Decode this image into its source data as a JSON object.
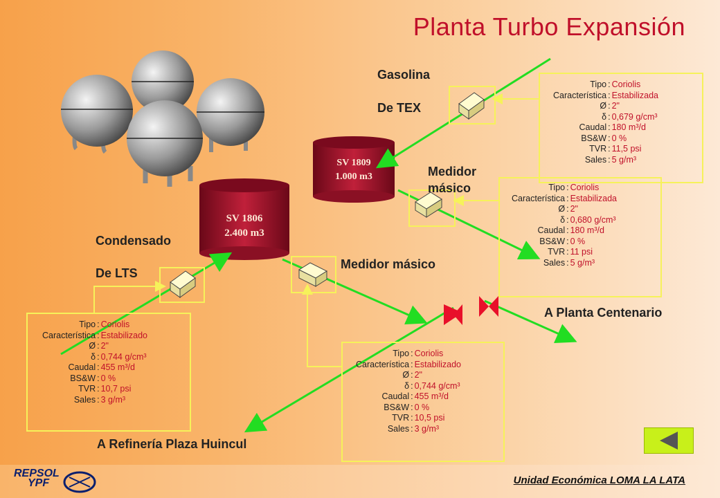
{
  "title": "Planta Turbo Expansión",
  "labels": {
    "gasolina": "Gasolina",
    "de_tex": "De TEX",
    "medidor_masico_1": "Medidor másico",
    "condensado": "Condensado",
    "de_lts": "De LTS",
    "medidor_masico_2": "Medidor másico",
    "a_planta_centenario": "A Planta Centenario",
    "a_refineria": "A Refinería Plaza Huincul"
  },
  "tanks": {
    "sv1809": {
      "name": "SV 1809",
      "capacity": "1.000 m3"
    },
    "sv1806": {
      "name": "SV 1806",
      "capacity": "2.400 m3"
    }
  },
  "specs": {
    "tex": [
      {
        "k": "Tipo",
        "v": "Coriolis"
      },
      {
        "k": "Característica",
        "v": "Estabilizada"
      },
      {
        "k": "Ø",
        "v": "2\""
      },
      {
        "k": "δ",
        "v": "0,679 g/cm³"
      },
      {
        "k": "Caudal",
        "v": "180 m³/d"
      },
      {
        "k": "BS&W",
        "v": "0 %"
      },
      {
        "k": "TVR",
        "v": "11,5 psi"
      },
      {
        "k": "Sales",
        "v": "5 g/m³"
      }
    ],
    "centenario": [
      {
        "k": "Tipo",
        "v": "Coriolis"
      },
      {
        "k": "Característica",
        "v": "Estabilizada"
      },
      {
        "k": "Ø",
        "v": "2\""
      },
      {
        "k": "δ",
        "v": "0,680 g/cm³"
      },
      {
        "k": "Caudal",
        "v": "180 m³/d"
      },
      {
        "k": "BS&W",
        "v": "0 %"
      },
      {
        "k": "TVR",
        "v": "11 psi"
      },
      {
        "k": "Sales",
        "v": "5 g/m³"
      }
    ],
    "lts": [
      {
        "k": "Tipo",
        "v": "Coriolis"
      },
      {
        "k": "Característica",
        "v": "Estabilizado"
      },
      {
        "k": "Ø",
        "v": "2\""
      },
      {
        "k": "δ",
        "v": "0,744 g/cm³"
      },
      {
        "k": "Caudal",
        "v": "455 m³/d"
      },
      {
        "k": "BS&W",
        "v": "0 %"
      },
      {
        "k": "TVR",
        "v": "10,7 psi"
      },
      {
        "k": "Sales",
        "v": "3 g/m³"
      }
    ],
    "refineria": [
      {
        "k": "Tipo",
        "v": "Coriolis"
      },
      {
        "k": "Característica",
        "v": "Estabilizado"
      },
      {
        "k": "Ø",
        "v": "2\""
      },
      {
        "k": "δ",
        "v": "0,744 g/cm³"
      },
      {
        "k": "Caudal",
        "v": "455 m³/d"
      },
      {
        "k": "BS&W",
        "v": "0 %"
      },
      {
        "k": "TVR",
        "v": "10,5 psi"
      },
      {
        "k": "Sales",
        "v": "3 g/m³"
      }
    ]
  },
  "footer": {
    "unidad": "Unidad Económica LOMA LA LATA",
    "logo_line1": "REPSOL",
    "logo_line2": "YPF"
  },
  "colors": {
    "flow_line": "#22dd22",
    "valve": "#e8102a",
    "tank": "#a0102a",
    "title": "#c0102a"
  },
  "icons": {
    "back": "back-arrow-icon",
    "meter": "mass-meter-icon",
    "valve": "valve-icon"
  }
}
